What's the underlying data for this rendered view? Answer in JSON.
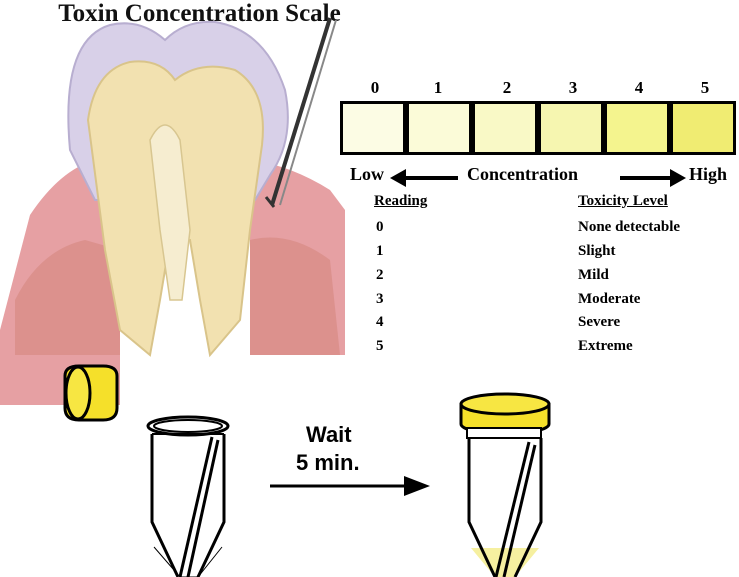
{
  "scale": {
    "title": "Toxin Concentration Scale",
    "numbers": [
      "0",
      "1",
      "2",
      "3",
      "4",
      "5"
    ],
    "cell_colors": [
      "#fcfce4",
      "#fbfbd8",
      "#f9f9c6",
      "#f6f6b0",
      "#f4f48e",
      "#f0ec72"
    ],
    "low": "Low",
    "concentration": "Concentration",
    "high": "High"
  },
  "table": {
    "reading_header": "Reading",
    "level_header": "Toxicity Level",
    "rows": [
      {
        "reading": "0",
        "level": "None detectable"
      },
      {
        "reading": "1",
        "level": "Slight"
      },
      {
        "reading": "2",
        "level": "Mild"
      },
      {
        "reading": "3",
        "level": "Moderate"
      },
      {
        "reading": "4",
        "level": "Severe"
      },
      {
        "reading": "5",
        "level": "Extreme"
      }
    ]
  },
  "procedure": {
    "wait_line1": "Wait",
    "wait_line2": "5 min."
  },
  "colors": {
    "cap_yellow": "#f5e02a",
    "gum_pink": "#e8a3a3",
    "enamel": "#d6d0e6",
    "dentin": "#f2e3b6",
    "liquid": "#f6f0a0"
  }
}
